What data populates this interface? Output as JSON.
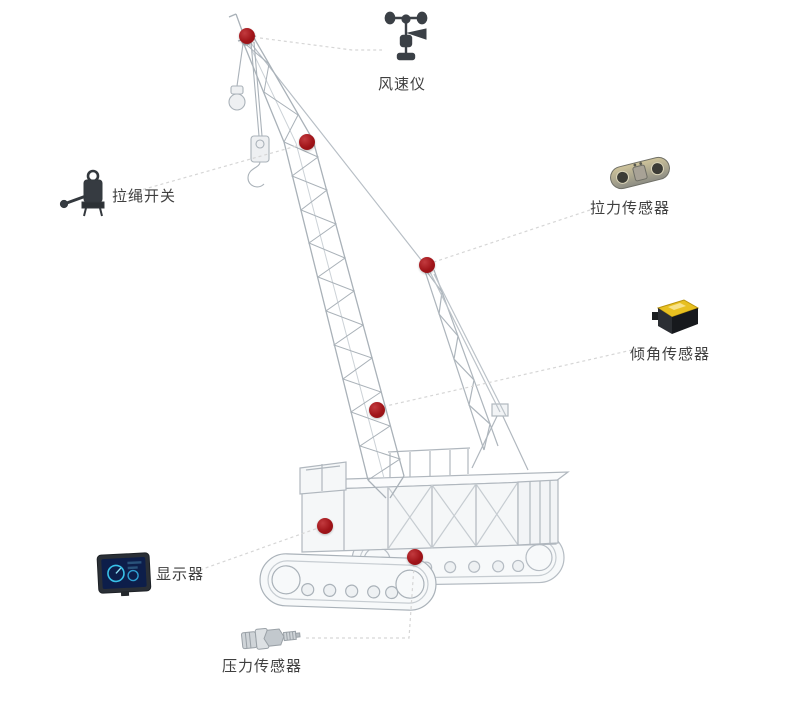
{
  "figure": {
    "type": "annotated-diagram",
    "subject": "crawler-crane sensor placement diagram"
  },
  "callouts": [
    {
      "id": "anemometer",
      "label": "风速仪",
      "icon": "anemometer-icon"
    },
    {
      "id": "rope-pull-switch",
      "label": "拉绳开关",
      "icon": "rope-pull-switch-icon"
    },
    {
      "id": "tension-sensor",
      "label": "拉力传感器",
      "icon": "tension-sensor-icon"
    },
    {
      "id": "tilt-sensor",
      "label": "倾角传感器",
      "icon": "tilt-sensor-icon"
    },
    {
      "id": "display",
      "label": "显示器",
      "icon": "display-icon"
    },
    {
      "id": "pressure-sensor",
      "label": "压力传感器",
      "icon": "pressure-sensor-icon"
    }
  ],
  "markers": [
    {
      "sensor": "风速仪",
      "location": "boom-tip"
    },
    {
      "sensor": "拉绳开关",
      "location": "boom-upper"
    },
    {
      "sensor": "拉力传感器",
      "location": "mast-top-pendant"
    },
    {
      "sensor": "倾角传感器",
      "location": "boom-mid"
    },
    {
      "sensor": "显示器",
      "location": "superstructure-cab"
    },
    {
      "sensor": "压力传感器",
      "location": "undercarriage"
    }
  ],
  "colors": {
    "background": "#ffffff",
    "marker": "#a01419",
    "leader_line": "#d6d6d6",
    "label_text": "#3f3f3f",
    "crane_line": "#b5bcc3"
  }
}
